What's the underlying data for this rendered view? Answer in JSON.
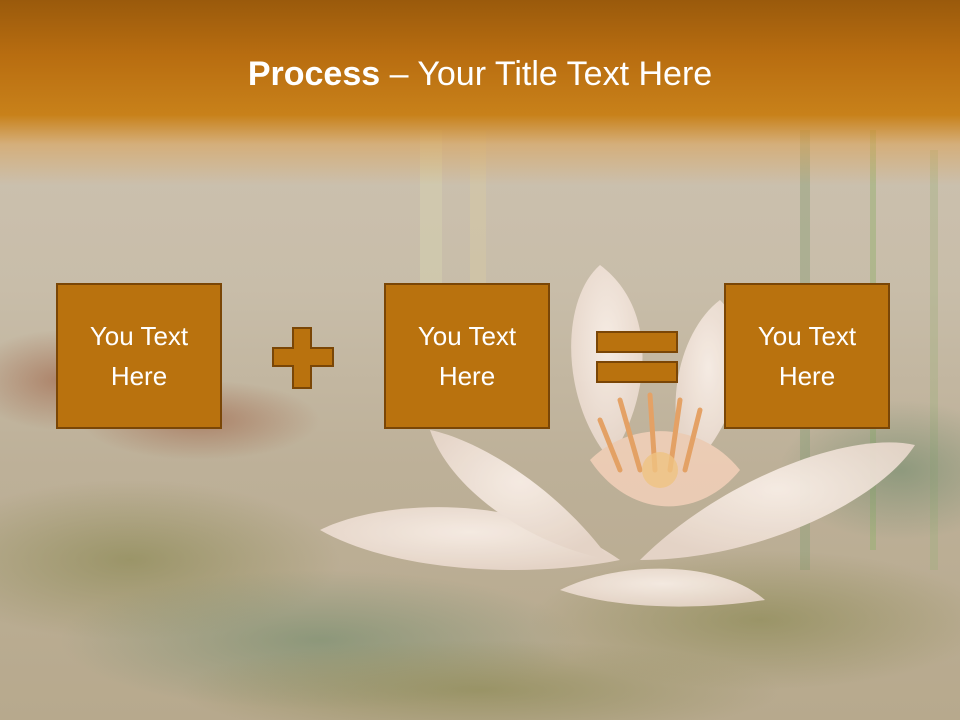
{
  "slide": {
    "title_bold": "Process",
    "title_separator": " – ",
    "title_rest": "Your Title Text Here",
    "boxes": [
      {
        "line1": "You Text",
        "line2": "Here"
      },
      {
        "line1": "You Text",
        "line2": "Here"
      },
      {
        "line1": "You Text",
        "line2": "Here"
      }
    ],
    "operators": [
      "plus",
      "equals"
    ]
  },
  "colors": {
    "header": "#b86d10",
    "box_fill": "#b9720e",
    "box_border": "#7a4606",
    "text": "#ffffff"
  },
  "background": {
    "description_icon": "water-lily-photo"
  }
}
